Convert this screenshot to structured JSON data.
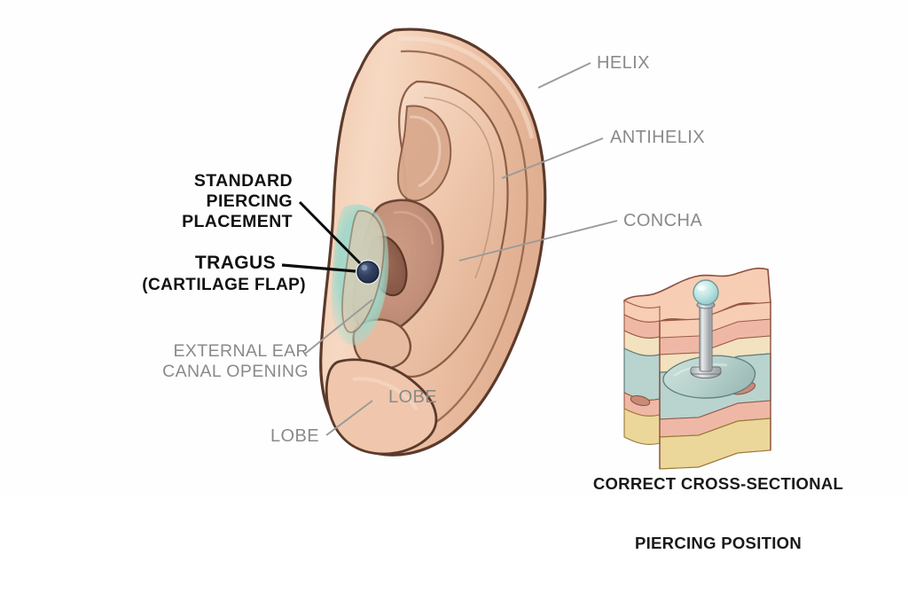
{
  "figure": {
    "title": "Ear anatomy and tragus piercing placement diagram",
    "background_color": "#ffffff"
  },
  "colors": {
    "skin_light": "#f4d3bb",
    "skin_mid": "#ecbfa3",
    "skin_shadow": "#d3a185",
    "concha_dark": "#c2927a",
    "outline": "#5b3a2b",
    "highlight_teal": "#a3d8ca",
    "piercing_dot": "#2f3d5c",
    "label_gray": "#8a8a8a",
    "label_black": "#111111",
    "cross_epidermis": "#f7cdb4",
    "cross_dermis_pink": "#efb8a6",
    "cross_dermis_cream": "#f2e2bf",
    "cross_cartilage": "#b9d3cf",
    "cross_fat_yellow": "#ecd79a",
    "cross_metal": "#c9ccce",
    "cross_bead": "#bfe6e4"
  },
  "labels": {
    "helix": {
      "text": "HELIX",
      "style": "gray",
      "align": "left"
    },
    "antihelix": {
      "text": "ANTIHELIX",
      "style": "gray",
      "align": "left"
    },
    "concha": {
      "text": "CONCHA",
      "style": "gray",
      "align": "left"
    },
    "standard_piercing_placement": {
      "text": "STANDARD\nPIERCING\nPLACEMENT",
      "style": "bold",
      "align": "right"
    },
    "tragus": {
      "text": "TRAGUS",
      "style": "bold",
      "align": "right"
    },
    "tragus_sub": {
      "text": "(CARTILAGE FLAP)",
      "style": "bold",
      "align": "right"
    },
    "external_ear_canal_opening": {
      "text": "EXTERNAL EAR\nCANAL OPENING",
      "style": "gray",
      "align": "right"
    },
    "lobe_inner": {
      "text": "LOBE",
      "style": "gray",
      "align": "left"
    },
    "lobe_outer": {
      "text": "LOBE",
      "style": "gray",
      "align": "right"
    }
  },
  "caption": {
    "line1": "CORRECT CROSS-SECTIONAL",
    "line2": "PIERCING POSITION"
  },
  "cross_section": {
    "layers": [
      {
        "name": "epidermis",
        "color": "#f7cdb4"
      },
      {
        "name": "dermis-pink",
        "color": "#efb8a6"
      },
      {
        "name": "dermis-cream",
        "color": "#f2e2bf"
      },
      {
        "name": "cartilage",
        "color": "#b9d3cf"
      },
      {
        "name": "subcutaneous-pink",
        "color": "#efb8a6"
      },
      {
        "name": "fat-yellow",
        "color": "#ecd79a"
      }
    ],
    "jewelry": {
      "name": "labret-stud",
      "post_color": "#c9ccce",
      "bead_color": "#bfe6e4"
    }
  }
}
